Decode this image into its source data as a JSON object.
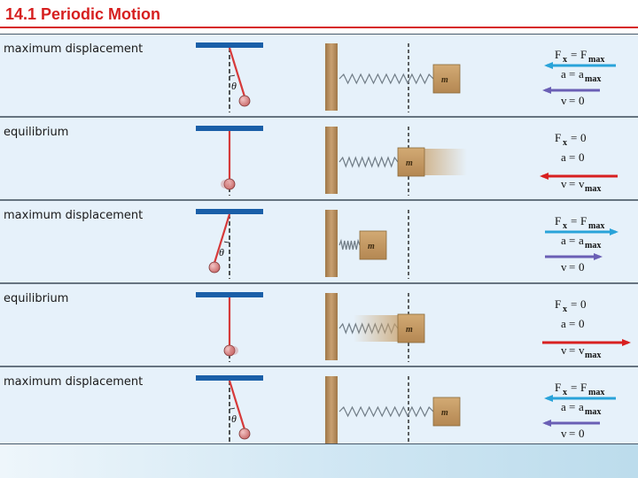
{
  "slide": {
    "title": "14.1  Periodic Motion"
  },
  "colors": {
    "title_red": "#d61f1f",
    "panel_bg": "#e6f1fa",
    "support_blue": "#1a5fa8",
    "rod_red": "#d63a3a",
    "bob_red": "#d98a8a",
    "wall_wood": "#b89060",
    "block_wood": "#c9a06a",
    "spring_gray": "#707c86",
    "arrow_force_blue": "#29a3d9",
    "arrow_accel_purple": "#6a5fb5",
    "arrow_velocity_red": "#d82020"
  },
  "mass_label": "m",
  "theta_symbol": "θ",
  "states": [
    {
      "label": "maximum displacement",
      "force": {
        "lhs": "F",
        "lhs_sub": "x",
        "rhs": "F",
        "rhs_sub": "max"
      },
      "accel": {
        "lhs": "a",
        "rhs": "a",
        "rhs_sub": "max"
      },
      "velocity": {
        "lhs": "v",
        "rhs": "0"
      }
    },
    {
      "label": "equilibrium",
      "force": {
        "lhs": "F",
        "lhs_sub": "x",
        "rhs": "0"
      },
      "accel": {
        "lhs": "a",
        "rhs": "0"
      },
      "velocity": {
        "lhs": "v",
        "rhs": "v",
        "rhs_sub": "max"
      }
    },
    {
      "label": "maximum displacement",
      "force": {
        "lhs": "F",
        "lhs_sub": "x",
        "rhs": "F",
        "rhs_sub": "max"
      },
      "accel": {
        "lhs": "a",
        "rhs": "a",
        "rhs_sub": "max"
      },
      "velocity": {
        "lhs": "v",
        "rhs": "0"
      }
    },
    {
      "label": "equilibrium",
      "force": {
        "lhs": "F",
        "lhs_sub": "x",
        "rhs": "0"
      },
      "accel": {
        "lhs": "a",
        "rhs": "0"
      },
      "velocity": {
        "lhs": "v",
        "rhs": "v",
        "rhs_sub": "max"
      }
    },
    {
      "label": "maximum displacement",
      "force": {
        "lhs": "F",
        "lhs_sub": "x",
        "rhs": "F",
        "rhs_sub": "max"
      },
      "accel": {
        "lhs": "a",
        "rhs": "a",
        "rhs_sub": "max"
      },
      "velocity": {
        "lhs": "v",
        "rhs": "0"
      }
    }
  ]
}
